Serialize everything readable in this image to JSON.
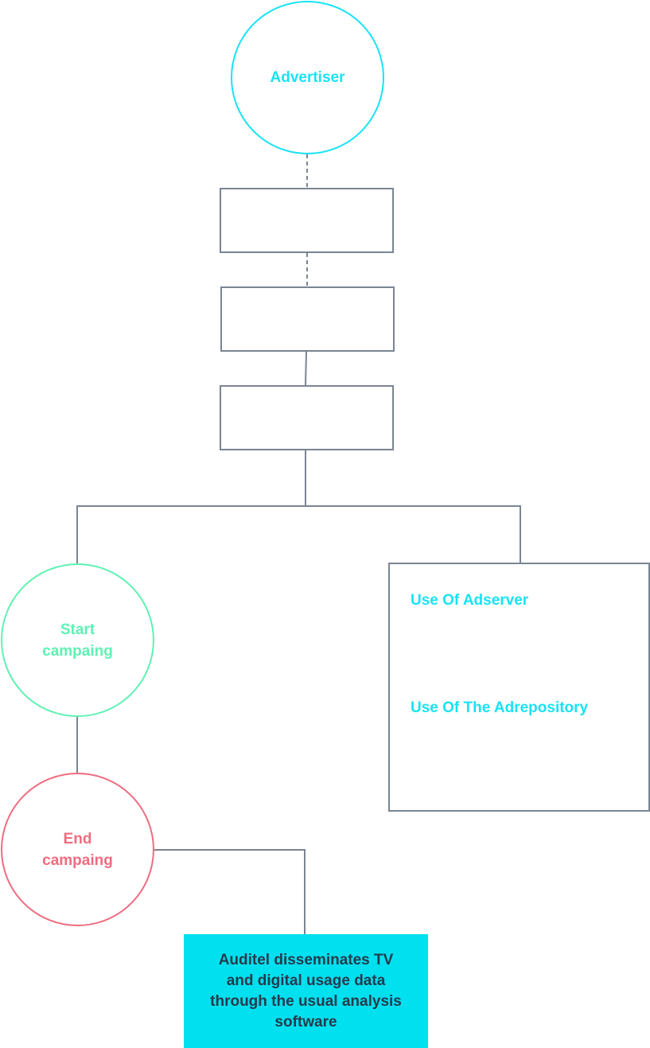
{
  "nodes": {
    "advertiser": {
      "label": "Advertiser"
    },
    "start_campaign": {
      "label": "Start campaing"
    },
    "end_campaign": {
      "label": "End campaing"
    },
    "adserver_panel": {
      "items": [
        {
          "label": "Use Of Adserver"
        },
        {
          "label": "Use Of The Adrepository"
        }
      ]
    },
    "auditel": {
      "label": "Auditel disseminates TV and digital usage data through the usual analysis software"
    }
  },
  "colors": {
    "advertiser": "#18e3f5",
    "start_campaign": "#5ff2b3",
    "end_campaign": "#ef6c80",
    "connector": "#7a8593",
    "auditel_fill": "#00e0ef",
    "auditel_text": "#273a4b"
  }
}
